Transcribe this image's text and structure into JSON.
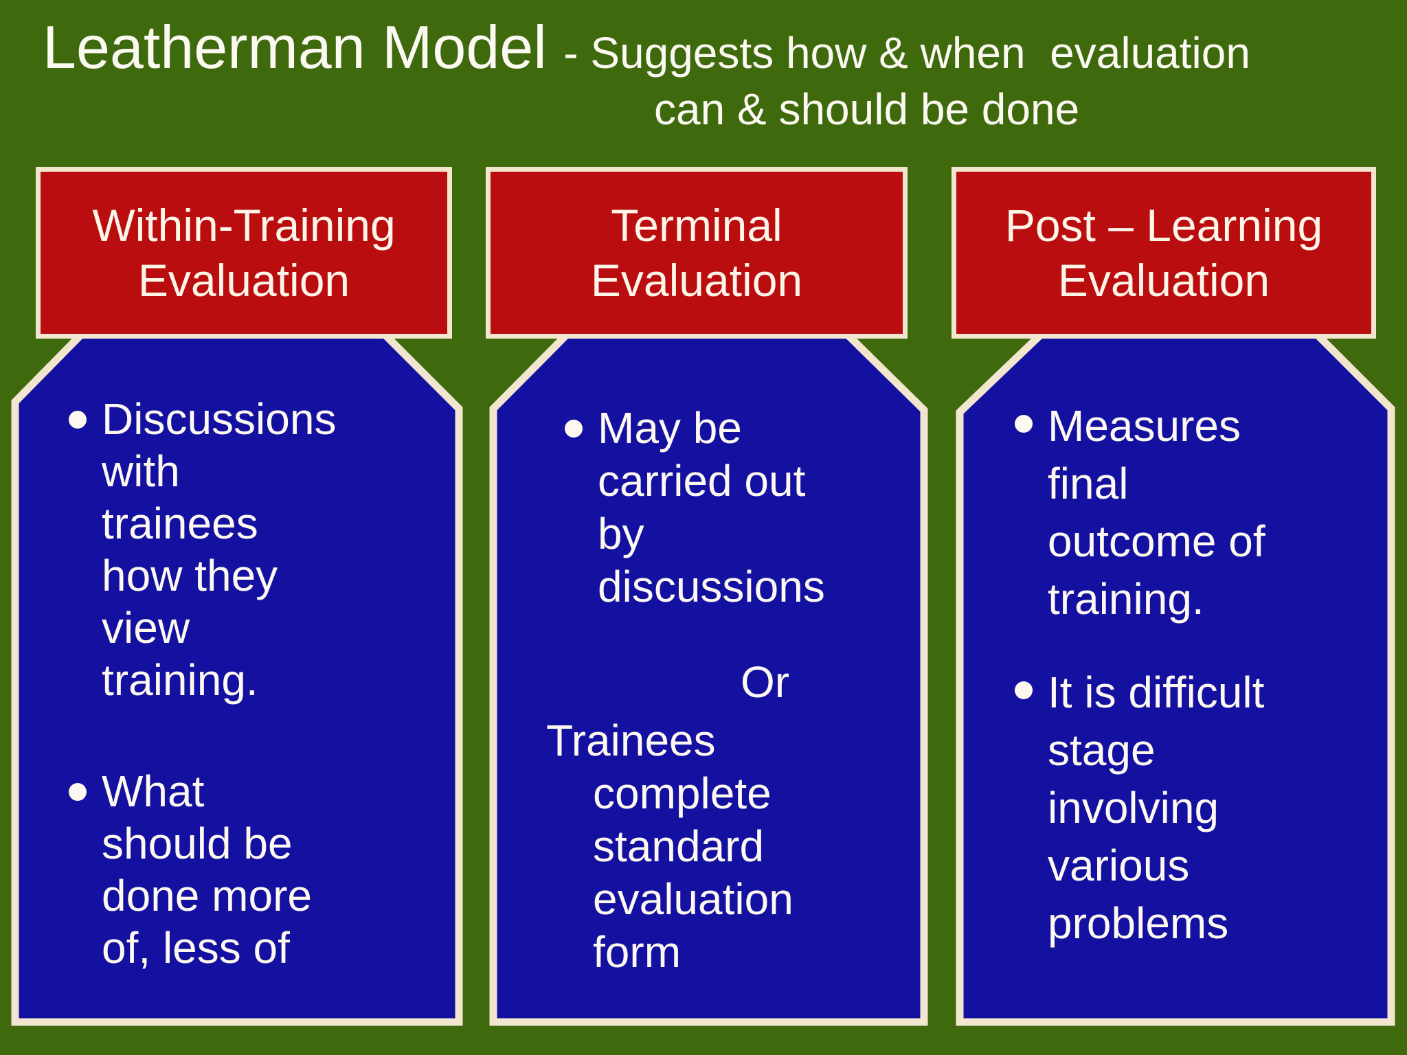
{
  "slide": {
    "title": {
      "main": "Leatherman Model ",
      "subtitle_line1": "- Suggests how & when  evaluation",
      "subtitle_line2": "can & should be done"
    },
    "columns": [
      {
        "header": "Within-Training\nEvaluation",
        "items": [
          {
            "type": "bullet",
            "text": "Discussions\nwith\ntrainees\nhow they\nview\ntraining."
          },
          {
            "type": "bullet",
            "text": "What\nshould be\ndone more\nof, less of"
          }
        ]
      },
      {
        "header": "Terminal\nEvaluation",
        "items": [
          {
            "type": "bullet",
            "text": "May be\ncarried out\nby\ndiscussions"
          },
          {
            "type": "center",
            "text": "Or"
          },
          {
            "type": "hanging",
            "text": "Trainees\ncomplete\nstandard\nevaluation\nform"
          }
        ]
      },
      {
        "header": "Post – Learning\nEvaluation",
        "items": [
          {
            "type": "bullet",
            "text": "Measures\nfinal\noutcome of\ntraining."
          },
          {
            "type": "bullet",
            "text": "It is difficult\nstage\ninvolving\nvarious\nproblems"
          }
        ]
      }
    ],
    "colors": {
      "background_green": "#3E6A0D",
      "header_red": "#BA0D10",
      "body_blue": "#1511A0",
      "border_cream": "#F2E6CE",
      "text_white": "#FDF9F1"
    }
  }
}
